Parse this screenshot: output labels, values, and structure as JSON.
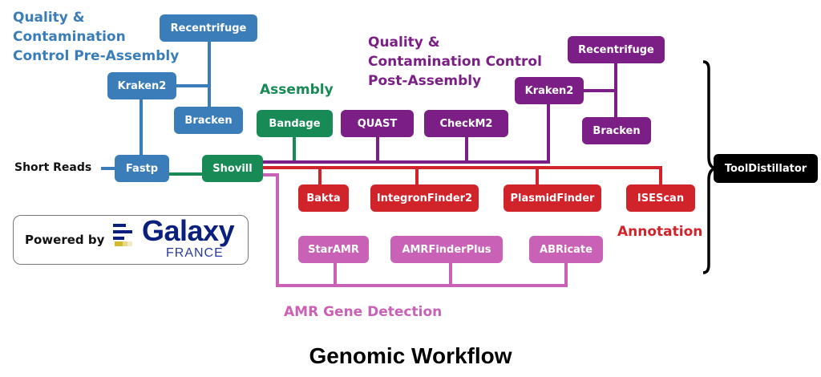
{
  "title": "Genomic Workflow",
  "input_label": "Short Reads",
  "colors": {
    "pre_assembly": "#3a7db8",
    "assembly": "#178a55",
    "post_assembly": "#7b1f86",
    "annotation": "#d1232a",
    "amr": "#c962b6",
    "distiller": "#000000"
  },
  "sections": {
    "pre_assembly": [
      "Quality &",
      "Contamination",
      "Control Pre-Assembly"
    ],
    "post_assembly": [
      "Quality &",
      "Contamination Control",
      "Post-Assembly"
    ],
    "assembly": "Assembly",
    "annotation": "Annotation",
    "amr": "AMR Gene Detection"
  },
  "nodes": {
    "fastp": "Fastp",
    "pre_kraken2": "Kraken2",
    "pre_recentrifuge": "Recentrifuge",
    "pre_bracken": "Bracken",
    "shovill": "Shovill",
    "bandage": "Bandage",
    "quast": "QUAST",
    "checkm2": "CheckM2",
    "post_kraken2": "Kraken2",
    "post_recentrifuge": "Recentrifuge",
    "post_bracken": "Bracken",
    "bakta": "Bakta",
    "integronfinder2": "IntegronFinder2",
    "plasmidfinder": "PlasmidFinder",
    "isescan": "ISEScan",
    "staramr": "StarAMR",
    "amrfinderplus": "AMRFinderPlus",
    "abricate": "ABRicate",
    "tooldistillator": "ToolDistillator"
  },
  "powered_by": {
    "prefix": "Powered by",
    "brand": "Galaxy",
    "region": "FRANCE",
    "logo_icon": "galaxy-france-logo-icon"
  }
}
